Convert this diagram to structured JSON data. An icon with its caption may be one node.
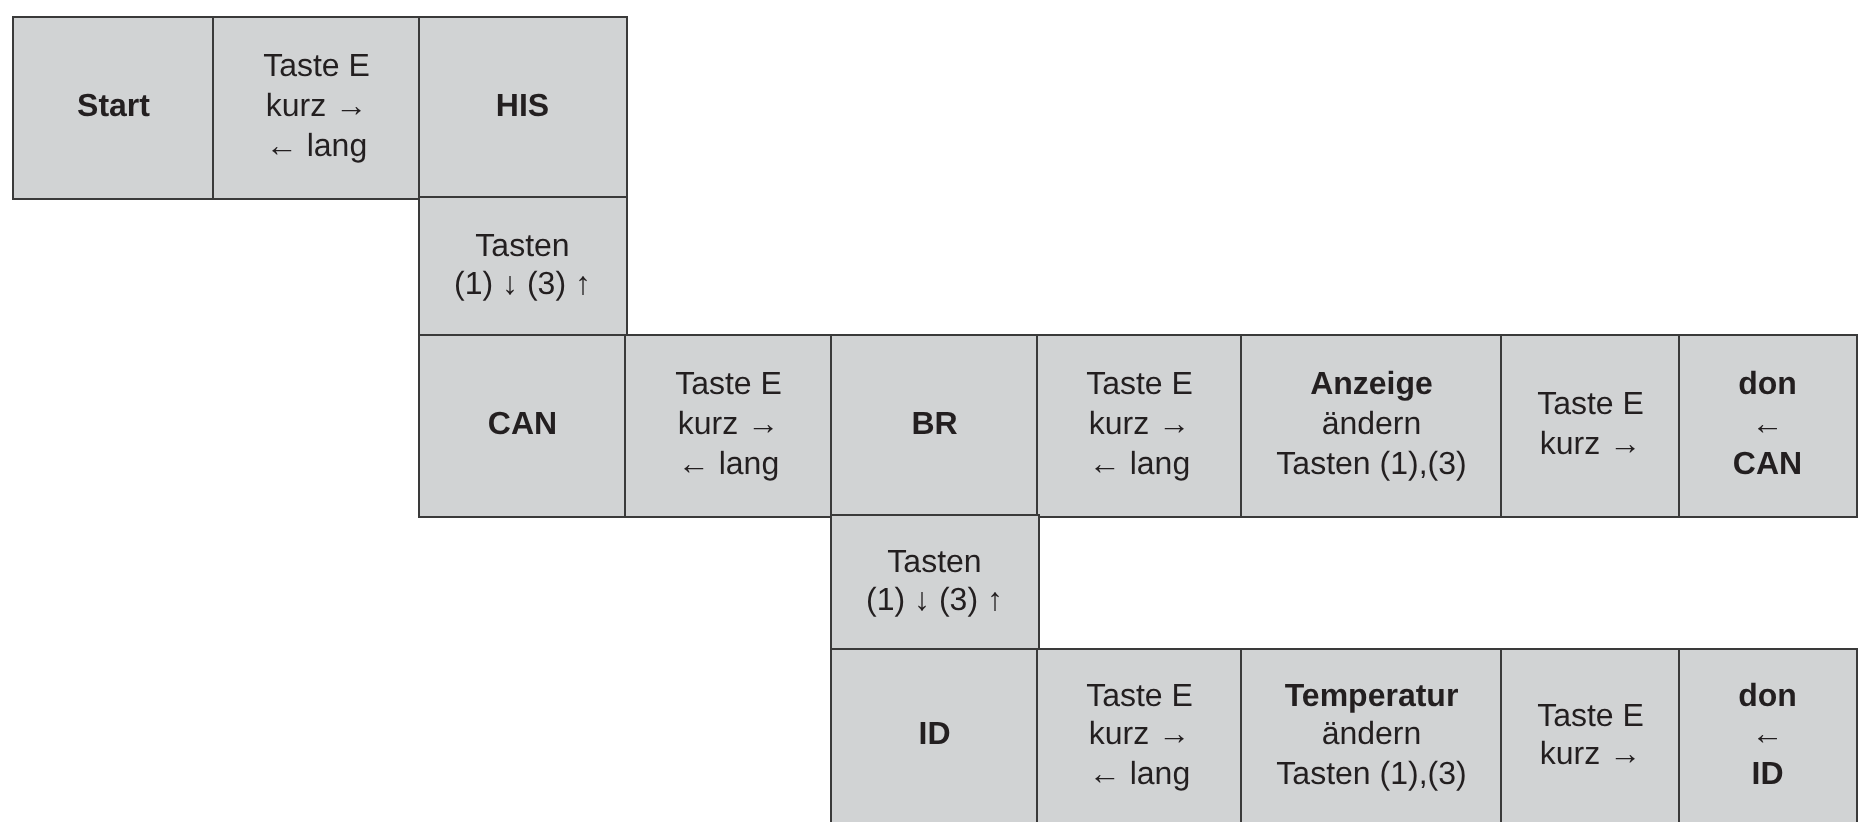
{
  "diagram": {
    "nodes": [
      {
        "text": [
          "Start"
        ]
      },
      {
        "text": [
          "Taste E",
          "kurz →",
          "← lang"
        ]
      },
      {
        "text": [
          "HIS"
        ]
      },
      {
        "text": [
          "Tasten",
          "(1) ↓ (3) ↑"
        ]
      },
      {
        "text": [
          "CAN"
        ]
      },
      {
        "text": [
          "Taste E",
          "kurz →",
          "← lang"
        ]
      },
      {
        "text": [
          "BR"
        ]
      },
      {
        "text": [
          "Taste E",
          "kurz →",
          "← lang"
        ]
      },
      {
        "text": [
          "Anzeige",
          "ändern",
          "Tasten (1),(3)"
        ]
      },
      {
        "text": [
          "Taste E",
          "kurz →"
        ]
      },
      {
        "text": [
          "don",
          "←",
          "CAN"
        ]
      },
      {
        "text": [
          "Tasten",
          "(1) ↓ (3) ↑"
        ]
      },
      {
        "text": [
          "ID"
        ]
      },
      {
        "text": [
          "Taste E",
          "kurz →",
          "← lang"
        ]
      },
      {
        "text": [
          "Temperatur",
          "ändern",
          "Tasten (1),(3)"
        ]
      },
      {
        "text": [
          "Taste E",
          "kurz →"
        ]
      },
      {
        "text": [
          "don",
          "←",
          "ID"
        ]
      }
    ]
  }
}
